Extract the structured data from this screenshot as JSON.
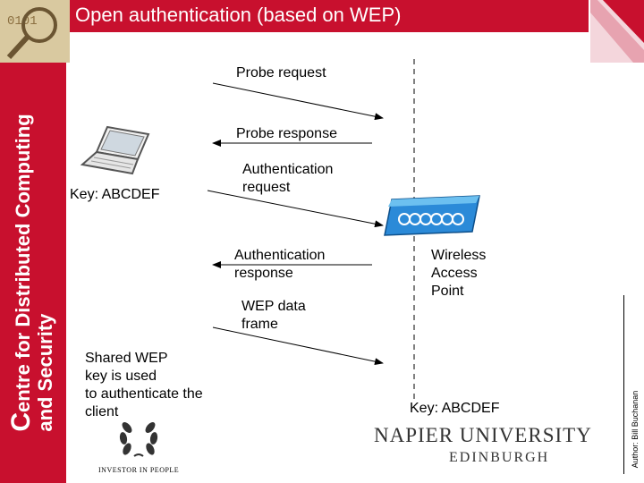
{
  "slide": {
    "title": "Open authentication (based on WEP)",
    "thumbnail_text": "0101",
    "sidebar_line1": "entre for Distributed Computing",
    "sidebar_cap": "C",
    "sidebar_line2": "and Security",
    "author": "Author: Bill Buchanan"
  },
  "diagram": {
    "messages": [
      {
        "label_lines": [
          "Probe request"
        ],
        "direction": "to-ap"
      },
      {
        "label_lines": [
          "Probe response"
        ],
        "direction": "to-client"
      },
      {
        "label_lines": [
          "Authentication",
          "request"
        ],
        "direction": "to-ap"
      },
      {
        "label_lines": [
          "Authentication",
          "response"
        ],
        "direction": "to-client"
      },
      {
        "label_lines": [
          "WEP data",
          "frame"
        ],
        "direction": "to-ap"
      }
    ],
    "client_key": "Key: ABCDEF",
    "ap_label_lines": [
      "Wireless",
      "Access",
      "Point"
    ],
    "ap_key": "Key: ABCDEF",
    "note_lines": [
      "Shared WEP",
      "key is used",
      "to authenticate the",
      "client"
    ]
  },
  "logos": {
    "investor": "INVESTOR IN PEOPLE",
    "university_name": "NAPIER UNIVERSITY",
    "university_city": "EDINBURGH"
  },
  "icons": [
    "laptop-icon",
    "access-point-icon",
    "laurel-wreath-icon",
    "magnifier-icon"
  ],
  "colors": {
    "brand_red": "#c8102e",
    "ap_blue": "#2b8ad8"
  }
}
